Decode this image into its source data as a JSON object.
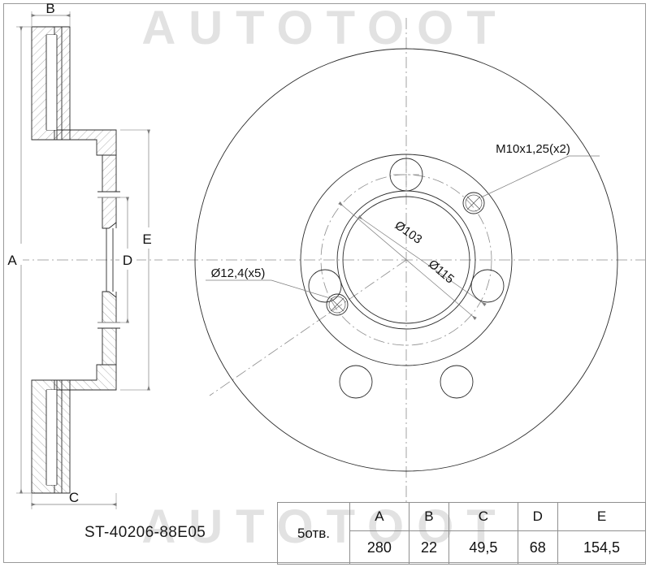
{
  "drawing": {
    "part_number": "ST-40206-88E05",
    "watermark": "AUTOTOOT",
    "callouts": {
      "bolt_holes": "Ø12,4(x5)",
      "threaded_holes": "M10x1,25(x2)",
      "pilot_bore": "Ø103",
      "hub_register": "Ø115"
    },
    "dimension_letters": {
      "a": "A",
      "a_right": "A",
      "b": "B",
      "c": "C",
      "d": "D",
      "e": "E"
    }
  },
  "spec_table": {
    "note": "5отв.",
    "headers": [
      "A",
      "B",
      "C",
      "D",
      "E"
    ],
    "values": [
      "280",
      "22",
      "49,5",
      "68",
      "154,5"
    ]
  },
  "colors": {
    "line": "#2b2b2b",
    "dimension": "#7d7d7d",
    "centerline": "#8d8d8d",
    "watermark": "#e2e2e2",
    "border": "#9a9a9a"
  }
}
